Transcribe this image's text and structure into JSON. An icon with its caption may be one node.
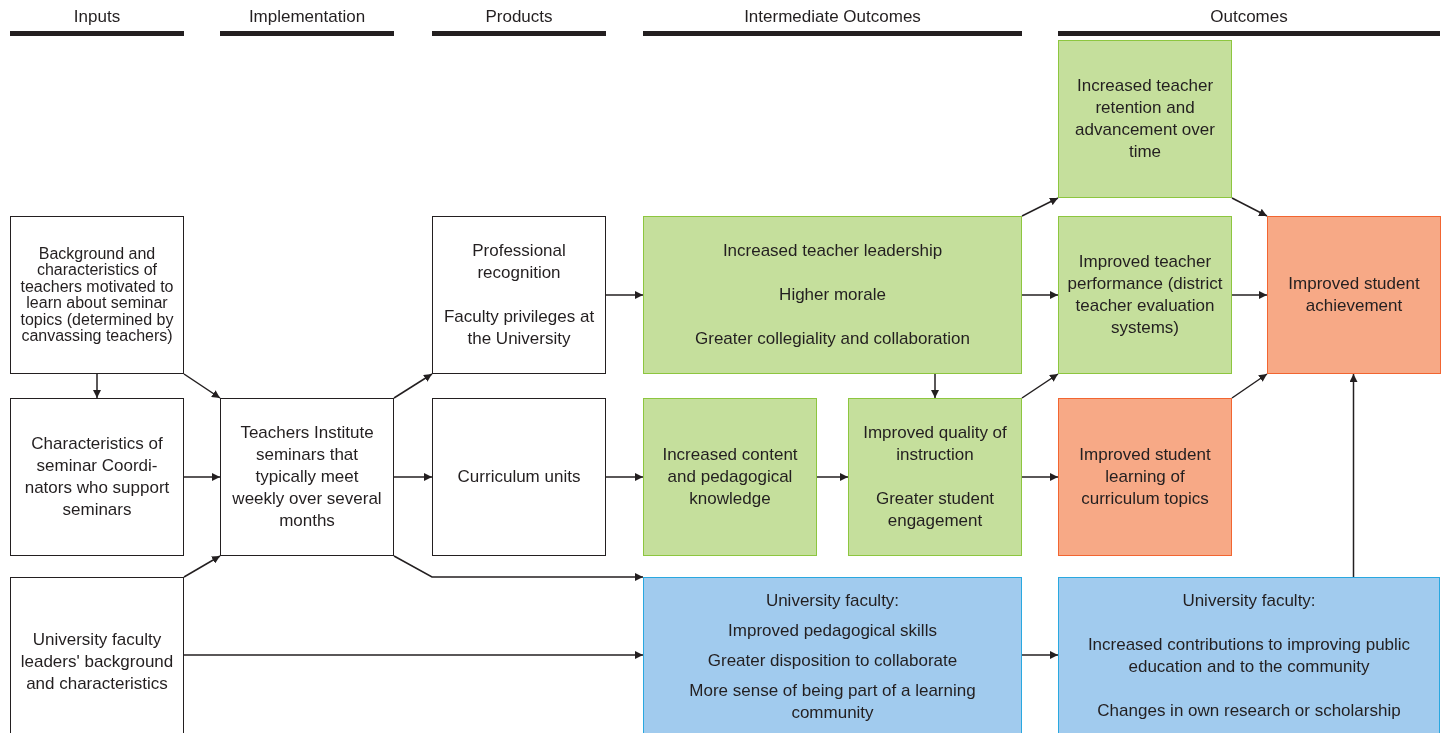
{
  "diagram": {
    "nodes": [
      {
        "text": [
          "Background and characteristics of teachers motivated to learn about seminar topics (determined by canvassing teachers)"
        ]
      },
      {
        "text": [
          "Characteristics of seminar Coordi- nators who support seminars"
        ]
      },
      {
        "text": [
          "University faculty leaders' background and characteristics"
        ]
      },
      {
        "text": [
          "Teachers Institute seminars that typically meet weekly over several months"
        ]
      },
      {
        "text": [
          "Professional recognition",
          "Faculty privileges at the University"
        ]
      },
      {
        "text": [
          "Curriculum units"
        ]
      },
      {
        "text": [
          "Increased teacher leadership",
          "Higher morale",
          "Greater collegiality and collaboration"
        ]
      },
      {
        "text": [
          "Increased content and pedagogical knowledge"
        ]
      },
      {
        "text": [
          "Improved quality of instruction",
          "Greater student engagement"
        ]
      },
      {
        "text": [
          "Increased teacher retention and advancement over time"
        ]
      },
      {
        "text": [
          "Improved teacher performance (district teacher evaluation systems)"
        ]
      },
      {
        "text": [
          "Improved student learning of curriculum topics"
        ]
      },
      {
        "text": [
          "Improved student achievement"
        ]
      },
      {
        "text": [
          "University faculty:",
          "Improved pedagogical skills",
          "Greater disposition to collaborate",
          "More sense of being part of a learning community"
        ]
      },
      {
        "text": [
          "University faculty:",
          "Increased contributions to improving public education and to the community",
          "Changes in own research or scholarship"
        ]
      }
    ],
    "edges": [
      {
        "from": 0,
        "to": 1,
        "arrow": "to"
      },
      {
        "from": 0,
        "to": 3,
        "arrow": "to"
      },
      {
        "from": 1,
        "to": 3,
        "arrow": "to"
      },
      {
        "from": 2,
        "to": 3,
        "arrow": "to"
      },
      {
        "from": 2,
        "to": 13,
        "arrow": "to"
      },
      {
        "from": 3,
        "to": 4,
        "arrow": "to"
      },
      {
        "from": 3,
        "to": 5,
        "arrow": "to"
      },
      {
        "from": 3,
        "to": 13,
        "arrow": "to"
      },
      {
        "from": 4,
        "to": 6,
        "arrow": "to"
      },
      {
        "from": 5,
        "to": 7,
        "arrow": "to"
      },
      {
        "from": 6,
        "to": 9,
        "arrow": "to"
      },
      {
        "from": 6,
        "to": 10,
        "arrow": "to"
      },
      {
        "from": 6,
        "to": 8,
        "arrow": "to"
      },
      {
        "from": 7,
        "to": 8,
        "arrow": "to"
      },
      {
        "from": 8,
        "to": 10,
        "arrow": "to"
      },
      {
        "from": 8,
        "to": 11,
        "arrow": "to"
      },
      {
        "from": 9,
        "to": 12,
        "arrow": "to"
      },
      {
        "from": 10,
        "to": 12,
        "arrow": "to"
      },
      {
        "from": 11,
        "to": 12,
        "arrow": "to"
      },
      {
        "from": 13,
        "to": 14,
        "arrow": "to"
      },
      {
        "from": 14,
        "to": 12,
        "arrow": "to"
      }
    ],
    "labels": [
      "Inputs",
      "Implementation",
      "Products",
      "Intermediate Outcomes",
      "Outcomes"
    ]
  }
}
